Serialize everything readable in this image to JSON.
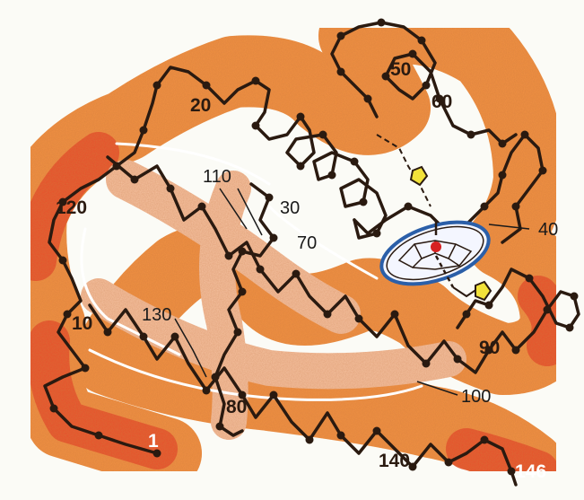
{
  "residue_labels": [
    {
      "id": "r1",
      "text": "1"
    },
    {
      "id": "r10",
      "text": "10"
    },
    {
      "id": "r20",
      "text": "20"
    },
    {
      "id": "r30",
      "text": "30"
    },
    {
      "id": "r40",
      "text": "40"
    },
    {
      "id": "r50",
      "text": "50"
    },
    {
      "id": "r60",
      "text": "60"
    },
    {
      "id": "r70",
      "text": "70"
    },
    {
      "id": "r80",
      "text": "80"
    },
    {
      "id": "r90",
      "text": "90"
    },
    {
      "id": "r100",
      "text": "100"
    },
    {
      "id": "r110",
      "text": "110"
    },
    {
      "id": "r120",
      "text": "120"
    },
    {
      "id": "r130",
      "text": "130"
    },
    {
      "id": "r140",
      "text": "140"
    },
    {
      "id": "r146",
      "text": "146"
    }
  ],
  "colors": {
    "background": "#fbfbf6",
    "ribbon_outer": "#f08a3a",
    "ribbon_core": "#e8452a",
    "ribbon_pale": "#f6c2a0",
    "chain": "#2a1a10",
    "heme_disc": "#f4f6ff",
    "heme_rim": "#2b5fa8",
    "iron": "#d62020",
    "ligand": "#f2e23a"
  },
  "icons": [
    "heme-group-icon",
    "ligand-molecule-icon"
  ]
}
